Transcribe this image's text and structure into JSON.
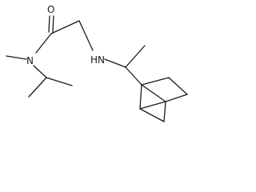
{
  "molecule": {
    "atoms": {
      "oxygen": "O",
      "amide_nitrogen": "N",
      "amine_nitrogen": "HN"
    }
  }
}
